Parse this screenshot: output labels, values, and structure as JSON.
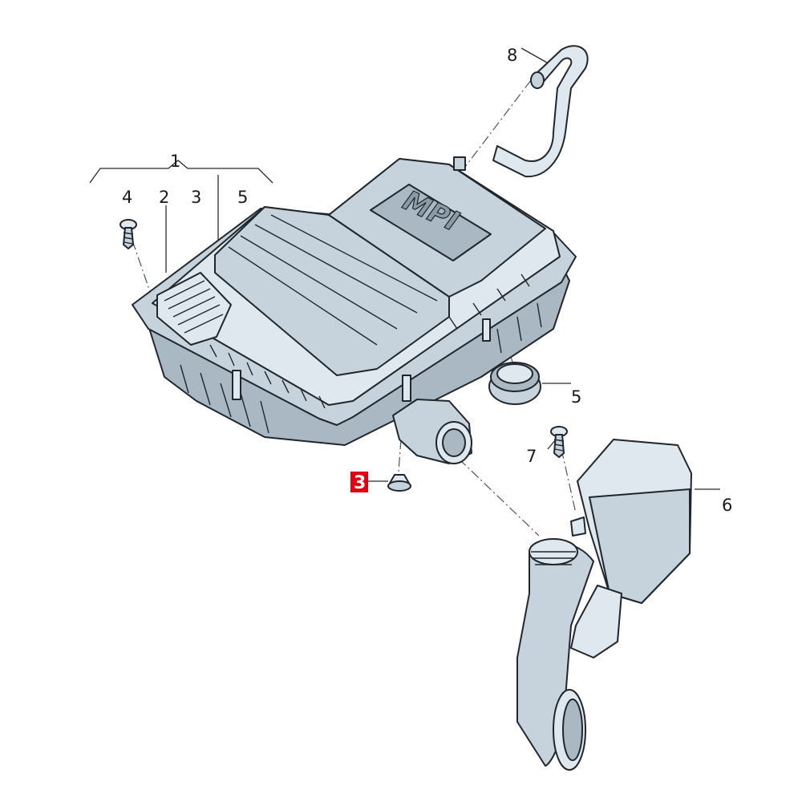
{
  "diagram": {
    "logo_text": "MPI",
    "callouts": [
      {
        "id": "group-1",
        "text": "1"
      },
      {
        "id": "sub-2",
        "text": "2"
      },
      {
        "id": "sub-3",
        "text": "3"
      },
      {
        "id": "sub-5",
        "text": "5"
      },
      {
        "id": "screw-4",
        "text": "4"
      },
      {
        "id": "hose-8",
        "text": "8"
      },
      {
        "id": "seal-5",
        "text": "5"
      },
      {
        "id": "screw-7",
        "text": "7"
      },
      {
        "id": "duct-6",
        "text": "6"
      },
      {
        "id": "grommet-3",
        "text": "3"
      }
    ],
    "highlight": {
      "text": "3",
      "color": "#e3000f"
    }
  }
}
